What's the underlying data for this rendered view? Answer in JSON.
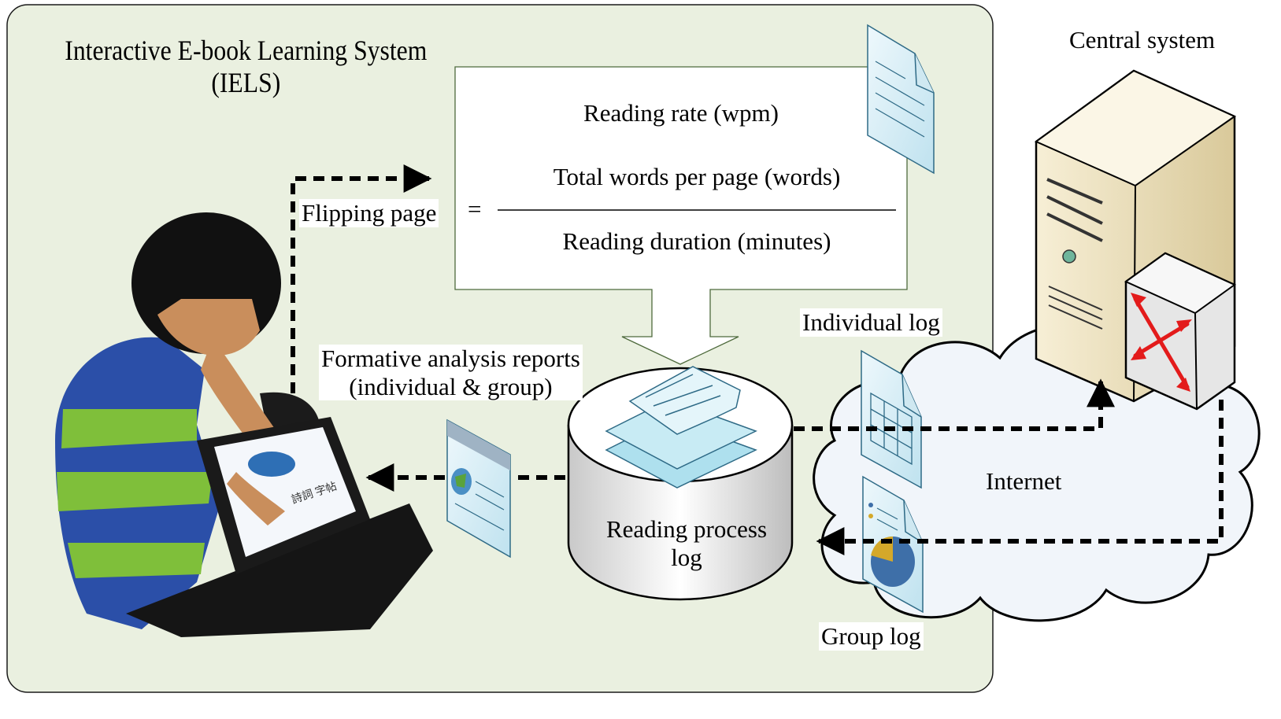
{
  "system": {
    "title_line1": "Interactive E-book Learning System",
    "title_line2": "(IELS)"
  },
  "formula": {
    "lhs": "Reading rate (wpm)",
    "equals": "=",
    "numerator": "Total words per page (words)",
    "denominator": "Reading duration (minutes)"
  },
  "labels": {
    "flipping_page": "Flipping page",
    "reports_line1": "Formative analysis reports",
    "reports_line2": "(individual & group)",
    "db_line1": "Reading process",
    "db_line2": "log",
    "individual_log": "Individual log",
    "group_log": "Group log",
    "internet": "Internet",
    "central_system": "Central system"
  },
  "tablet_text": "詩詞 字帖",
  "colors": {
    "panel_bg": "#eaf0e0",
    "panel_border": "#1a1a1a",
    "doc_fill": "#d7eef6",
    "doc_stroke": "#2e6a86",
    "cloud_fill": "#f1f5fa",
    "server_fill": "#efe3c2",
    "arrow_red": "#e31b1b",
    "pie_blue": "#3e6fa8",
    "pie_gold": "#d4a82a"
  }
}
